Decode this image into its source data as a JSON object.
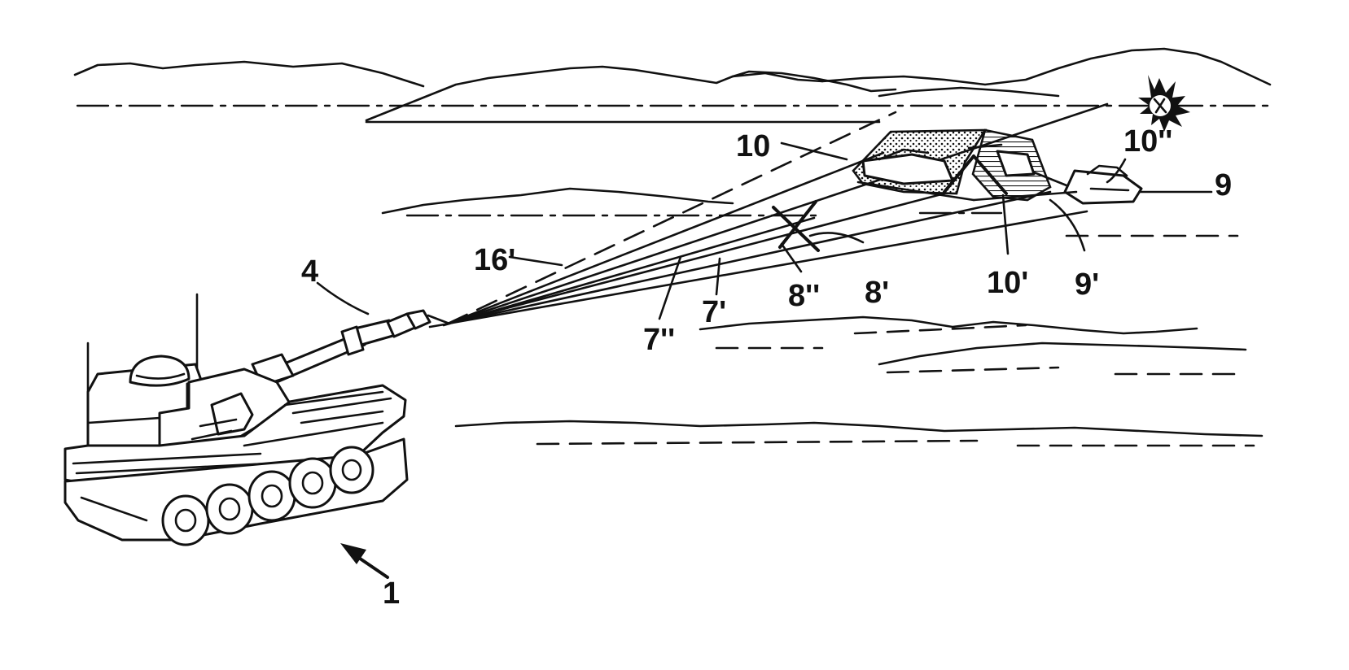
{
  "labels": {
    "l1": "1",
    "l4": "4",
    "l16p": "16'",
    "l7pp": "7''",
    "l7p": "7'",
    "l8pp": "8''",
    "l8p": "8'",
    "l10": "10",
    "l10p": "10'",
    "l10pp": "10''",
    "l9": "9",
    "l9p": "9'"
  }
}
